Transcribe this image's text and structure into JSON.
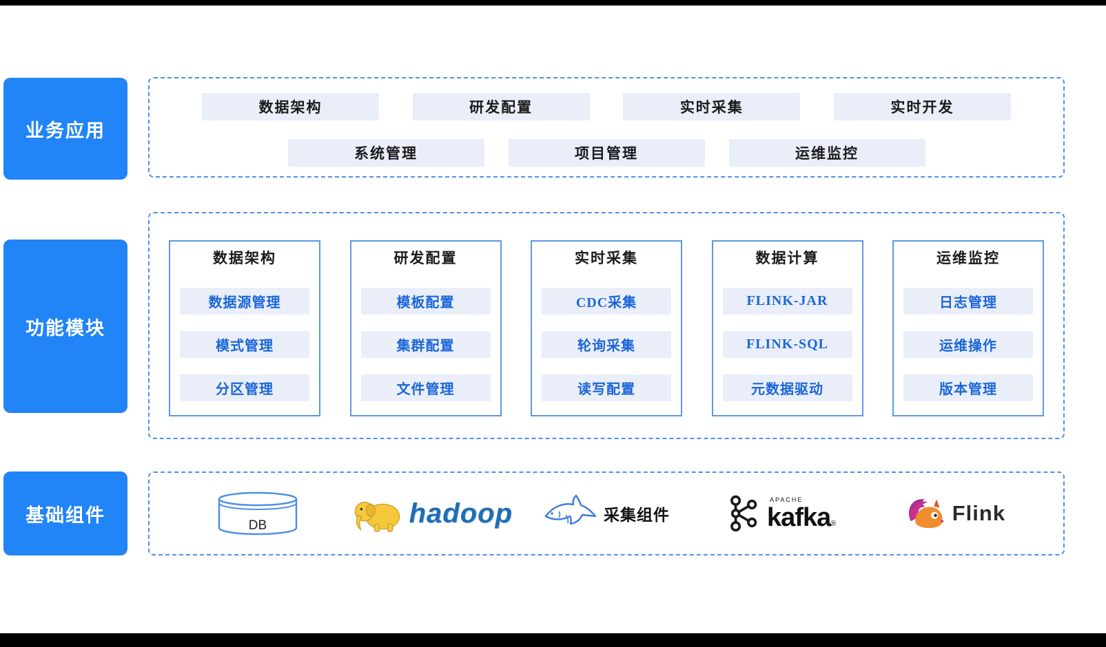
{
  "colors": {
    "accent_blue": "#2184F7",
    "dashed_border_blue": "#4F8FE8",
    "column_border_blue": "#5E97E6",
    "item_bg": "#E9EEF9",
    "item_text_blue": "#1B66D8"
  },
  "left_labels": [
    {
      "label": "业务应用"
    },
    {
      "label": "功能模块"
    },
    {
      "label": "基础组件"
    }
  ],
  "business_apps": {
    "row1": [
      "数据架构",
      "研发配置",
      "实时采集",
      "实时开发"
    ],
    "row2": [
      "系统管理",
      "项目管理",
      "运维监控"
    ]
  },
  "module_columns": [
    {
      "title": "数据架构",
      "items": [
        "数据源管理",
        "模式管理",
        "分区管理"
      ]
    },
    {
      "title": "研发配置",
      "items": [
        "模板配置",
        "集群配置",
        "文件管理"
      ]
    },
    {
      "title": "实时采集",
      "items": [
        "CDC采集",
        "轮询采集",
        "读写配置"
      ]
    },
    {
      "title": "数据计算",
      "items": [
        "FLINK-JAR",
        "FLINK-SQL",
        "元数据驱动"
      ]
    },
    {
      "title": "运维监控",
      "items": [
        "日志管理",
        "运维操作",
        "版本管理"
      ]
    }
  ],
  "base_components": {
    "db": {
      "label": "DB"
    },
    "hadoop": {
      "label": "hadoop"
    },
    "collector": {
      "label": "采集组件"
    },
    "kafka": {
      "apache": "APACHE",
      "label": "kafka",
      "reg": "®"
    },
    "flink": {
      "label": "Flink"
    }
  }
}
